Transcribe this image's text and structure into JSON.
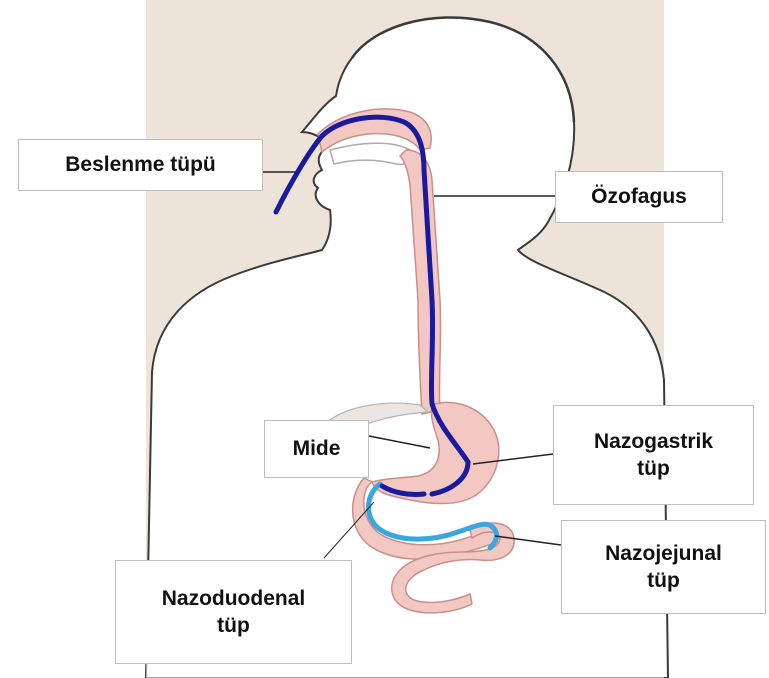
{
  "labels": {
    "feeding_tube": "Beslenme tüpü",
    "esophagus": "Özofagus",
    "stomach": "Mide",
    "nasogastric": [
      "Nazogastrik",
      "tüp"
    ],
    "nasojejunal": [
      "Nazojejunal",
      "tüp"
    ],
    "nasoduodenal": [
      "Nazoduodenal",
      "tüp"
    ]
  },
  "colors": {
    "background_panel": "#ede3d9",
    "body_fill": "#ffffff",
    "body_outline": "#3a3a3a",
    "organ_fill": "#f3c7c2",
    "organ_outline": "#c98f8a",
    "tube_dark": "#1a1aa0",
    "tube_light": "#3aa7dc",
    "leader_line": "#222222"
  }
}
